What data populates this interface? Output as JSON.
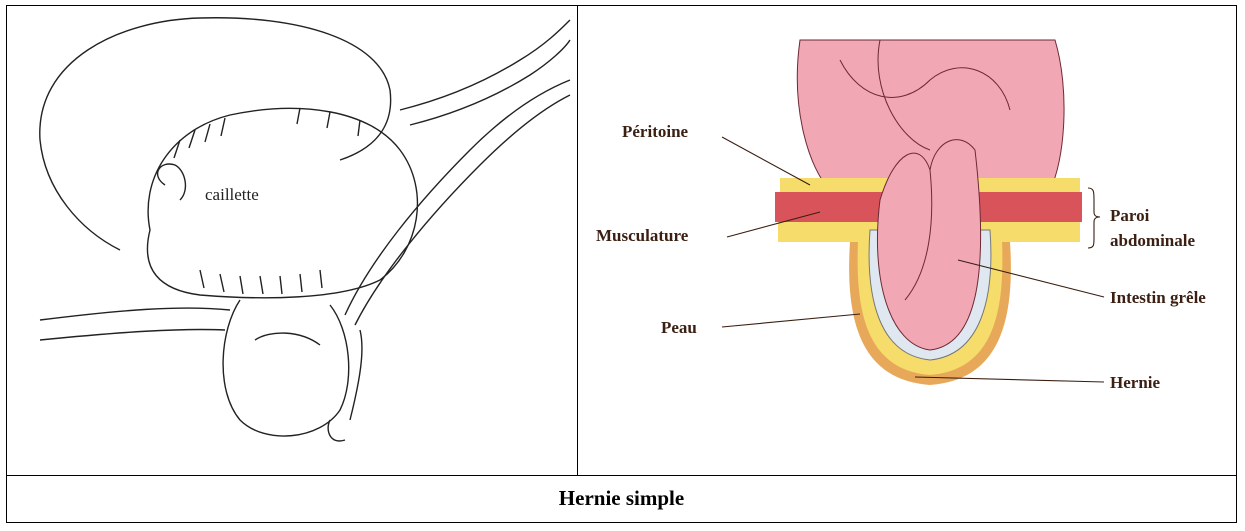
{
  "caption": "Hernie simple",
  "left_figure": {
    "stomach_label": "caillette"
  },
  "right_figure": {
    "labels": {
      "peritoine": "Péritoine",
      "musculature": "Musculature",
      "peau": "Peau",
      "paroi_line1": "Paroi",
      "paroi_line2": "abdominale",
      "intestin": "Intestin grêle",
      "hernie": "Hernie"
    }
  },
  "colors": {
    "text_label": "#3a1f12",
    "intestine": "#f2a7b4",
    "fat": "#f6dc6a",
    "muscle": "#d9545a",
    "skin": "#e8a85a"
  }
}
